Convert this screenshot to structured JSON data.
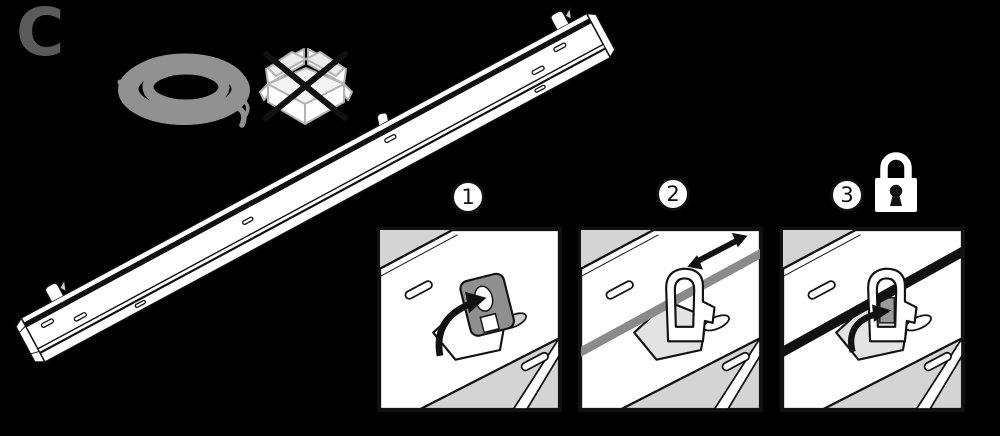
{
  "section": {
    "label": "C"
  },
  "steps": [
    {
      "number": "1",
      "icon": "flip-clip-open-step"
    },
    {
      "number": "2",
      "icon": "slide-cable-through-step"
    },
    {
      "number": "3",
      "icon": "lock-clip-closed-step"
    }
  ],
  "icons": {
    "cable_coil": "coiled-cable-icon",
    "crossed_box": "open-box-crossed-out-icon",
    "padlock": "padlock-locked-icon"
  },
  "illustration": {
    "part": "cable-management-rail"
  },
  "colors": {
    "background": "#000000",
    "label_gray": "#5a5a5a",
    "coil_gray": "#919191",
    "box_edge_gray": "#b3b3b3",
    "panel_floor_gray": "#d4d4d4",
    "clip_gray": "#8f8f8f",
    "cable_gray": "#8a8a8a",
    "tab_gray": "#9a9a9a",
    "line_black": "#111111",
    "white": "#ffffff"
  }
}
